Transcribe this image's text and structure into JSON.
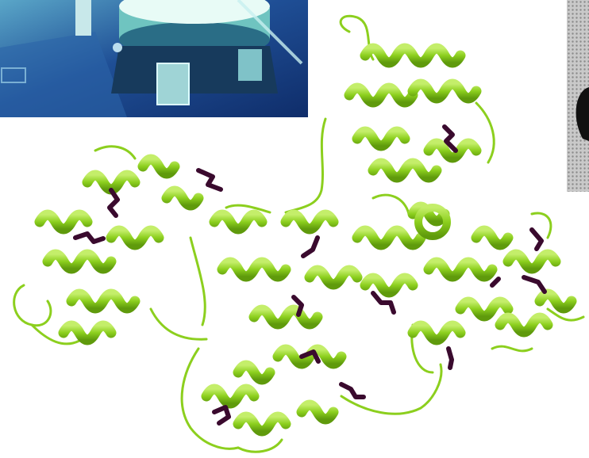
{
  "scene": {
    "description_icons": {
      "left_photo": "lab-equipment-photo",
      "right_photo": "perforated-metal-photo",
      "main": "protein-ribbon-structure"
    },
    "colors": {
      "helix": "#8ccf1e",
      "helix_dark": "#5f9a0c",
      "helix_light": "#c4ee6a",
      "disulfide": "#3a0a2e",
      "left_photo_teal": "#4fb3b4",
      "left_photo_blue": "#17397a",
      "right_photo_gray": "#b9b9b9"
    }
  }
}
